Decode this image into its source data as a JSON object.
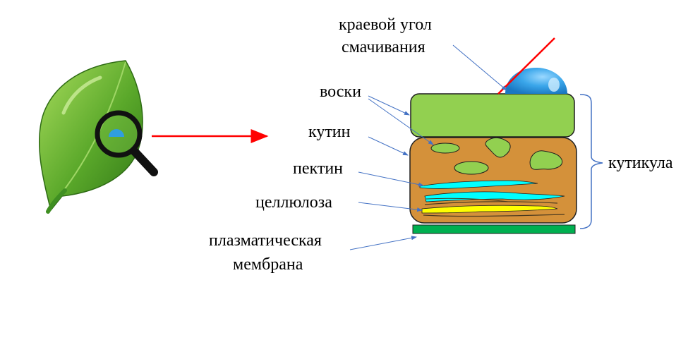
{
  "labels": {
    "contact_angle_line1": "краевой угол",
    "contact_angle_line2": "смачивания",
    "waxes": "воски",
    "cutin": "кутин",
    "pectin": "пектин",
    "cellulose": "целлюлоза",
    "membrane_line1": "плазматическая",
    "membrane_line2": "мембрана",
    "cuticle": "кутикула"
  },
  "colors": {
    "wax_layer": "#92d050",
    "cutin_layer": "#d4913a",
    "pectin_band": "#00ffff",
    "cellulose_band": "#ffff00",
    "membrane": "#00b050",
    "droplet": "#2f9ee0",
    "arrow_red": "#ff0000",
    "pointer_lines": "#4472c4",
    "leaf_dark": "#3e8a1f",
    "leaf_light": "#8fd14f"
  },
  "icons": {
    "leaf": "leaf-icon",
    "magnifier": "magnifying-glass-icon",
    "droplet": "water-droplet-icon"
  }
}
